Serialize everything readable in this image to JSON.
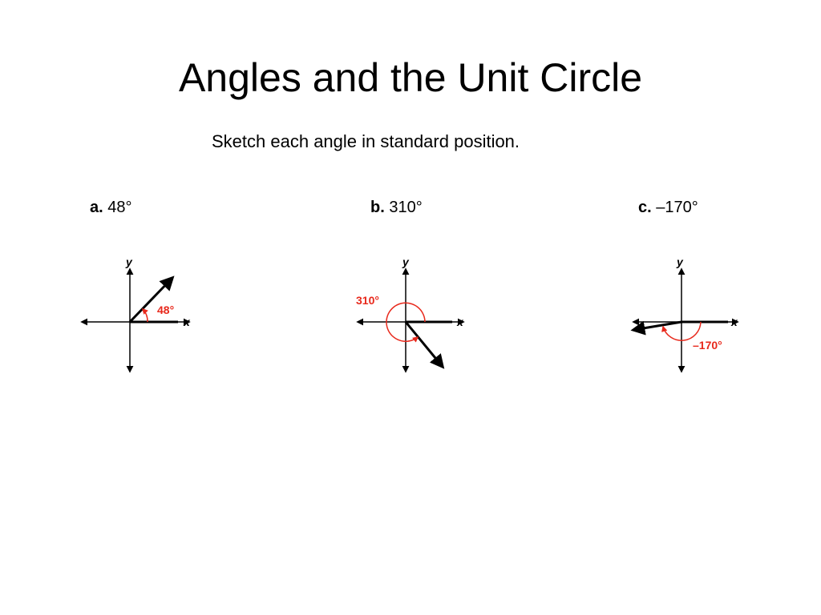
{
  "title": "Angles and the Unit Circle",
  "instruction": "Sketch each angle in standard position.",
  "colors": {
    "axis": "#000000",
    "terminal": "#000000",
    "arc": "#e8291c"
  },
  "problems": [
    {
      "letter": "a.",
      "angle_text": "48°",
      "degrees": 48,
      "diagram_label": "48°"
    },
    {
      "letter": "b.",
      "angle_text": "310°",
      "degrees": 310,
      "diagram_label": "310°"
    },
    {
      "letter": "c.",
      "angle_text": "–170°",
      "degrees": -170,
      "diagram_label": "–170°"
    }
  ],
  "axis_labels": {
    "x": "x",
    "y": "y"
  }
}
